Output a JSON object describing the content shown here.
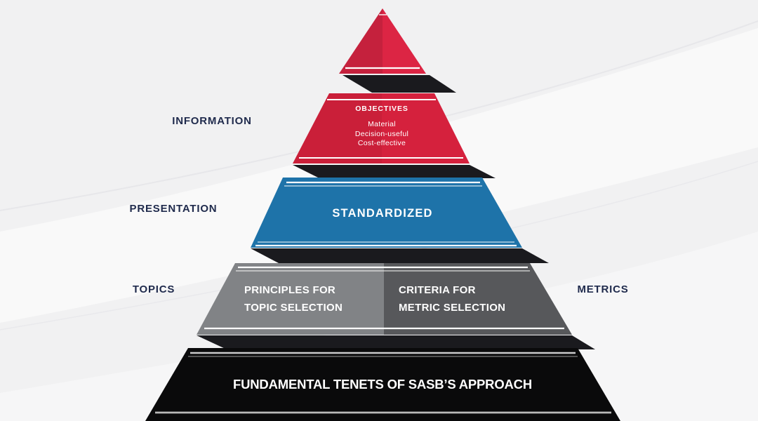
{
  "colors": {
    "background": "#f1f1f2",
    "red-apex": "#dc2544",
    "red": "#d5213d",
    "blue": "#1e73a9",
    "gray-light": "#818386",
    "gray-dark": "#57585b",
    "black-level": "#0a0a0b",
    "shadow": "#1a1a1e",
    "label-navy": "#1f2a4c",
    "line-white": "#ffffff"
  },
  "side_labels": {
    "information": "INFORMATION",
    "presentation": "PRESENTATION",
    "topics": "TOPICS",
    "metrics": "METRICS"
  },
  "levels": {
    "objectives": {
      "title": "OBJECTIVES",
      "items": [
        "Material",
        "Decision-useful",
        "Cost-effective"
      ]
    },
    "standardized": {
      "title": "STANDARDIZED"
    },
    "topics": {
      "line1": "PRINCIPLES FOR",
      "line2": "TOPIC SELECTION"
    },
    "metrics": {
      "line1": "CRITERIA FOR",
      "line2": "METRIC SELECTION"
    },
    "base": {
      "title": "FUNDAMENTAL TENETS OF SASB’S APPROACH"
    }
  }
}
